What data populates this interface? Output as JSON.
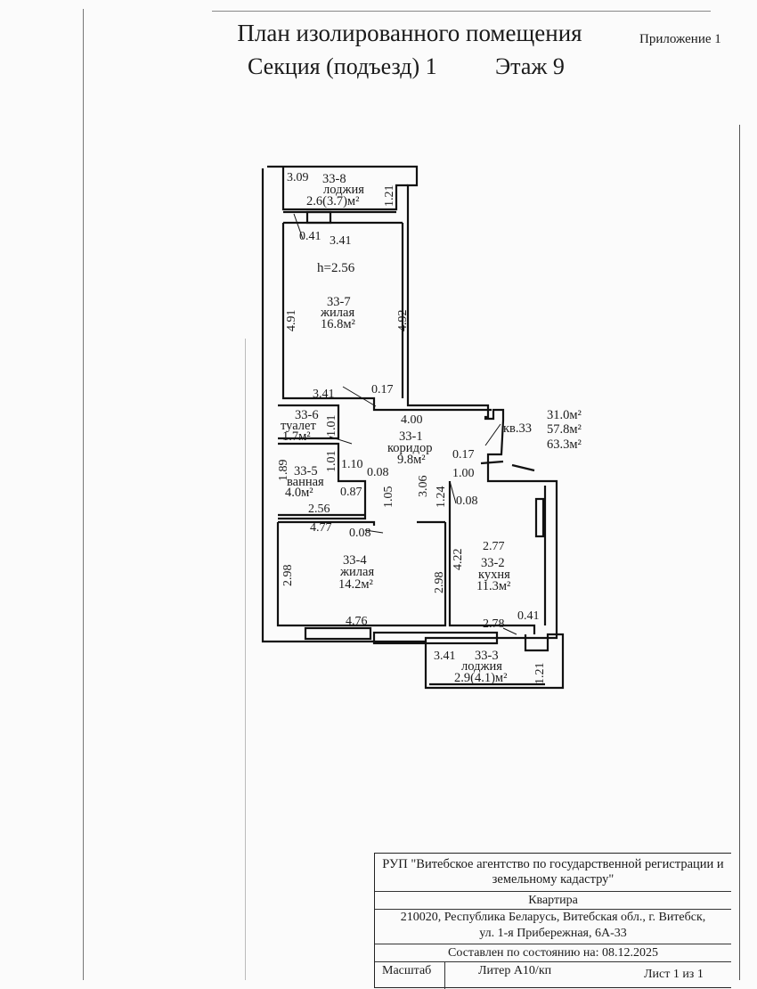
{
  "header": {
    "title": "План изолированного помещения",
    "section": "Секция (подъезд) 1",
    "floor": "Этаж 9",
    "appendix": "Приложение 1"
  },
  "plan": {
    "ceiling_height": "h=2.56",
    "rooms": {
      "r338": {
        "id": "33-8",
        "name": "лоджия",
        "area": "2.6(3.7)м²"
      },
      "r337": {
        "id": "33-7",
        "name": "жилая",
        "area": "16.8м²"
      },
      "r336": {
        "id": "33-6",
        "name": "туалет",
        "area": "1.7м²"
      },
      "r335": {
        "id": "33-5",
        "name": "ванная",
        "area": "4.0м²"
      },
      "r331": {
        "id": "33-1",
        "name": "коридор",
        "area": "9.8м²"
      },
      "r334": {
        "id": "33-4",
        "name": "жилая",
        "area": "14.2м²"
      },
      "r332": {
        "id": "33-2",
        "name": "кухня",
        "area": "11.3м²"
      },
      "r333": {
        "id": "33-3",
        "name": "лоджия",
        "area": "2.9(4.1)м²"
      }
    },
    "apartment": {
      "label": "кв.33",
      "living_area": "31.0м²",
      "total_area": "57.8м²",
      "total_with_loggias": "63.3м²"
    },
    "dims": {
      "d1": "3.09",
      "d2": "1.21",
      "d3": "0.41",
      "d4": "3.41",
      "d5": "4.91",
      "d6": "4.92",
      "d7": "3.41",
      "d8": "0.17",
      "d9": "4.00",
      "d10": "1.01",
      "d11": "1.01",
      "d12": "1.89",
      "d13": "1.10",
      "d14": "0.08",
      "d15": "0.87",
      "d16": "1.05",
      "d17": "3.06",
      "d18": "2.56",
      "d19": "0.17",
      "d20": "1.00",
      "d21": "1.24",
      "d22": "0.08",
      "d23": "4.77",
      "d24": "0.08",
      "d25": "2.98",
      "d26": "2.98",
      "d27": "4.22",
      "d28": "2.77",
      "d29": "4.76",
      "d30": "2.78",
      "d31": "0.41",
      "d32": "3.41",
      "d33": "1.21"
    }
  },
  "stamp": {
    "org": "РУП \"Витебское агентство по государственной регистрации и земельному кадастру\"",
    "object": "Квартира",
    "address_line1": "210020, Республика Беларусь, Витебская обл., г. Витебск,",
    "address_line2": "ул. 1-я Прибережная, 6А-33",
    "compiled": "Составлен по состоянию на: 08.12.2025",
    "scale_label": "Масштаб",
    "liter": "Литер А10/кп",
    "sheet": "Лист 1 из 1"
  }
}
